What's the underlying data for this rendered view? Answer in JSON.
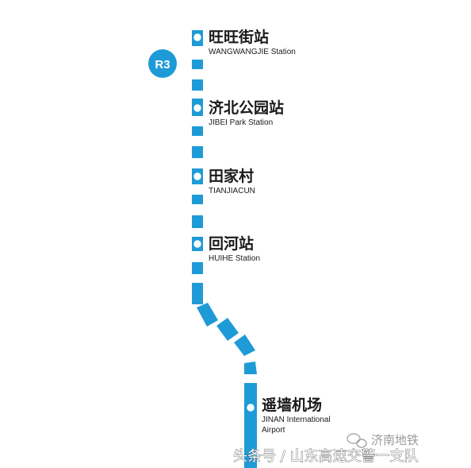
{
  "line": {
    "badge_label": "R3",
    "color": "#1e9bd7"
  },
  "stations": [
    {
      "name_cn": "旺旺街站",
      "name_en": [
        "WANGWANGJIE Station"
      ]
    },
    {
      "name_cn": "济北公园站",
      "name_en": [
        "JIBEI Park Station"
      ]
    },
    {
      "name_cn": "田家村",
      "name_en": [
        "TIANJIACUN"
      ]
    },
    {
      "name_cn": "回河站",
      "name_en": [
        "HUIHE Station"
      ]
    },
    {
      "name_cn": "遥墙机场",
      "name_en": [
        "JINAN International",
        "Airport"
      ]
    }
  ],
  "watermarks": {
    "logo_text": "济南地铁",
    "source_text": "头条号 / 山东高速交警一支队"
  }
}
